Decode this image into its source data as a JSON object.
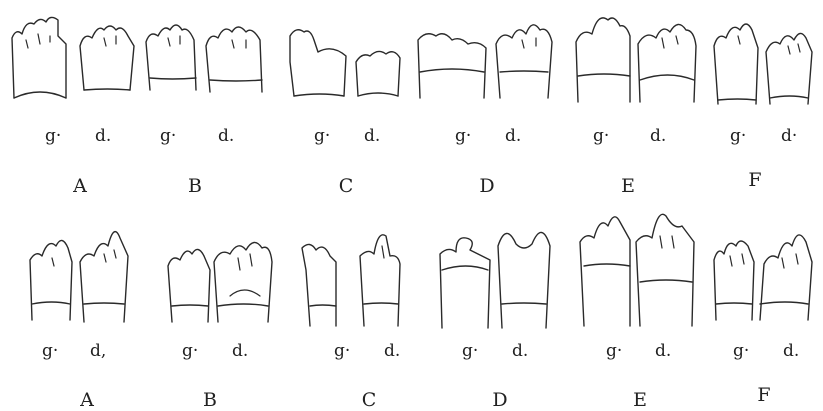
{
  "rows": [
    {
      "pairs": [
        {
          "caption": "A",
          "left": "g·",
          "right": "d."
        },
        {
          "caption": "B",
          "left": "g·",
          "right": "d."
        },
        {
          "caption": "C",
          "left": "g·",
          "right": "d."
        },
        {
          "caption": "D",
          "left": "g·",
          "right": "d."
        },
        {
          "caption": "E",
          "left": "g·",
          "right": "d."
        },
        {
          "caption": "F",
          "left": "g·",
          "right": "d·"
        }
      ]
    },
    {
      "pairs": [
        {
          "caption": "A",
          "left": "g·",
          "right": "d,"
        },
        {
          "caption": "B",
          "left": "g·",
          "right": "d."
        },
        {
          "caption": "C",
          "left": "g·",
          "right": "d."
        },
        {
          "caption": "D",
          "left": "g·",
          "right": "d."
        },
        {
          "caption": "E",
          "left": "g·",
          "right": "d."
        },
        {
          "caption": "F",
          "left": "g·",
          "right": "d."
        }
      ]
    }
  ]
}
